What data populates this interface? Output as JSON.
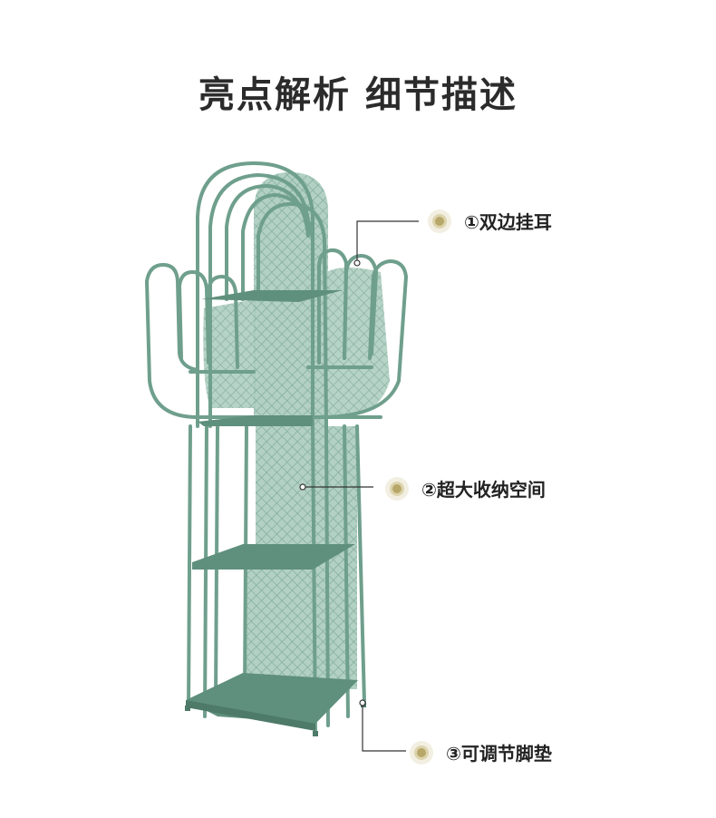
{
  "title": "亮点解析  细节描述",
  "features": [
    {
      "label": "①双边挂耳"
    },
    {
      "label": "②超大收纳空间"
    },
    {
      "label": "③可调节脚垫"
    }
  ],
  "colors": {
    "frame": "#6f9f8d",
    "frame_dark": "#5b8a78",
    "panel": "#8fb9a8",
    "title": "#2b2b2b",
    "accent_dot": "#b7a86a"
  }
}
